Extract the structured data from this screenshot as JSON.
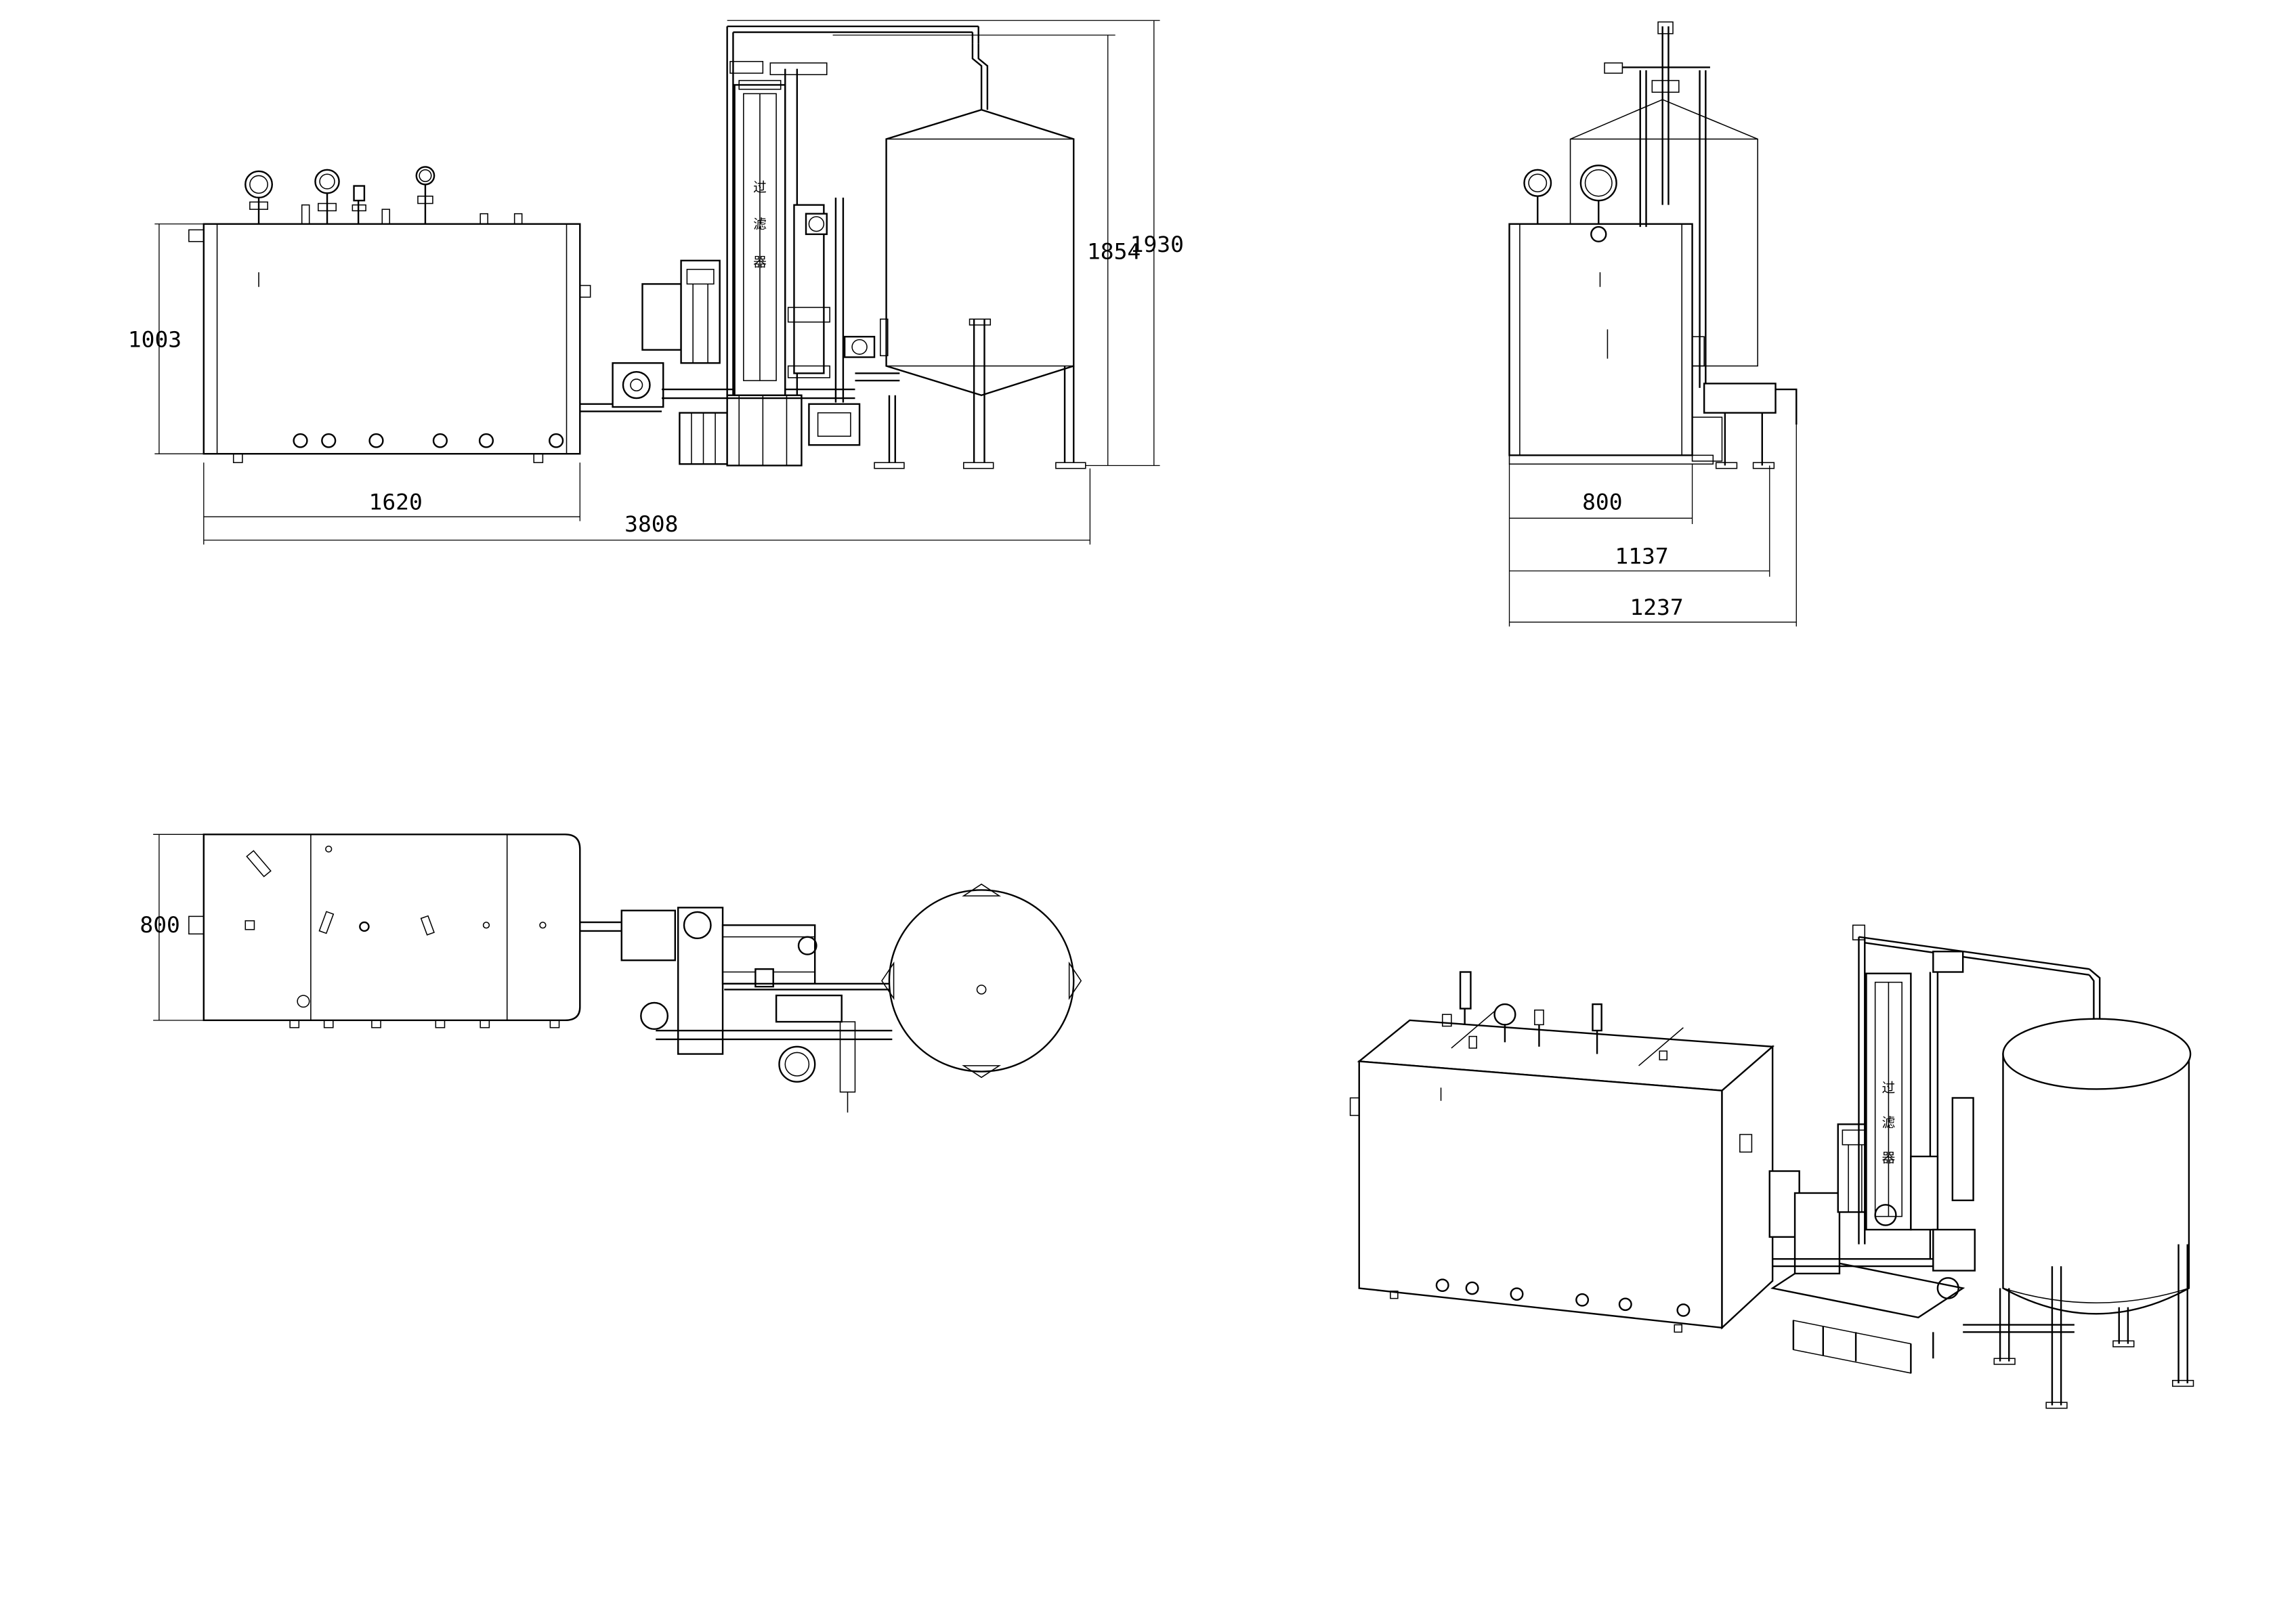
{
  "dimensions": {
    "front_height_tank": "1003",
    "front_height_mid": "1854",
    "front_height_total": "1930",
    "front_width_tank": "1620",
    "front_width_total": "3808",
    "side_depth_tank": "800",
    "side_depth_mid": "1137",
    "side_depth_total": "1237",
    "top_depth": "800"
  },
  "column_labels": {
    "front": [
      "过",
      "滤",
      "器"
    ],
    "iso": [
      "过",
      "滤",
      "器"
    ]
  },
  "colors": {
    "line": "#000000",
    "background": "#ffffff"
  }
}
